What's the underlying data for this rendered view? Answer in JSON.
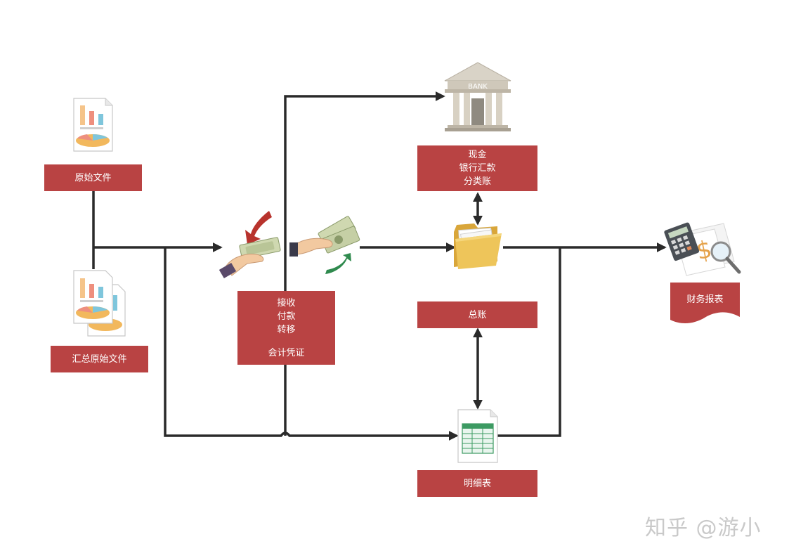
{
  "nodes": {
    "original_docs": "原始文件",
    "summary_docs": "汇总原始文件",
    "voucher": {
      "lines": [
        "接收",
        "付款",
        "转移"
      ],
      "title": "会计凭证"
    },
    "cash_book": {
      "lines": [
        "现金",
        "银行汇款",
        "分类账"
      ]
    },
    "bank_sign": "BANK",
    "general_ledger": "总账",
    "detail_ledger": "明细表",
    "financial_report": "财务报表"
  },
  "watermark": "知乎 @游小",
  "colors": {
    "box": "#b94343",
    "line": "#2a2a2a"
  }
}
